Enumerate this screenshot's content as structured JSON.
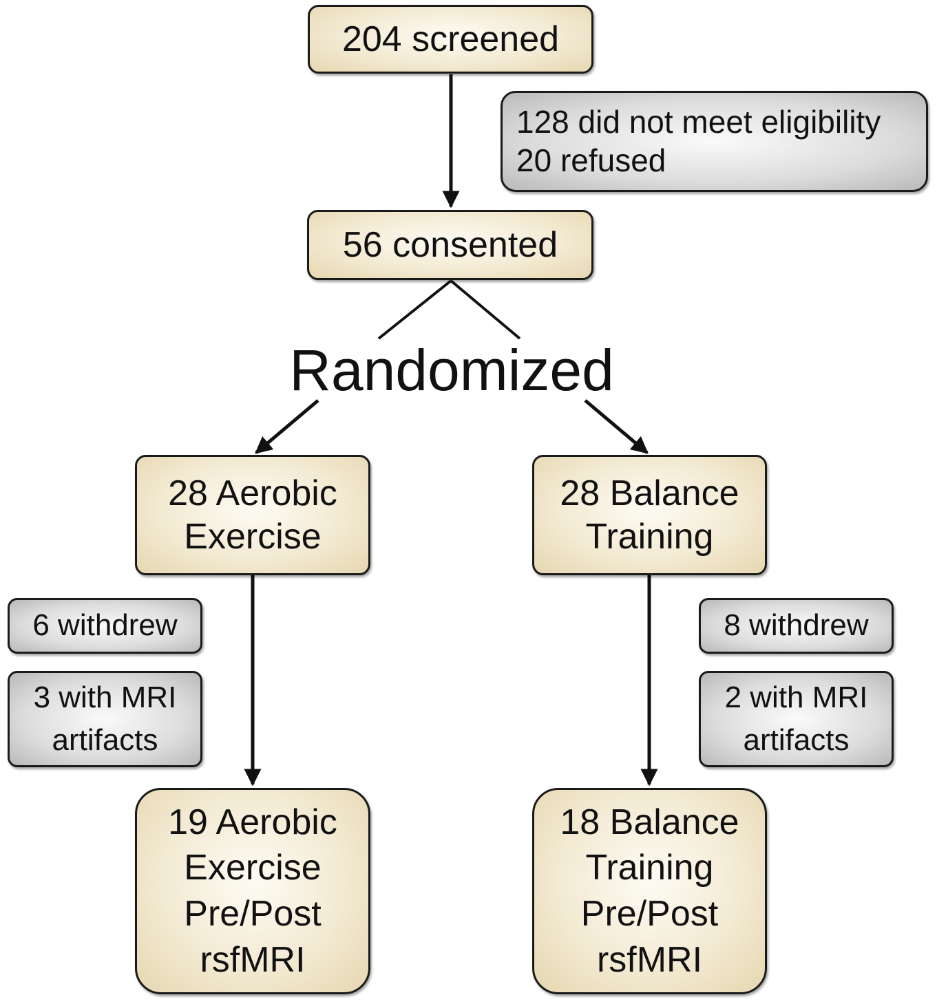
{
  "flow": {
    "screened": "204 screened",
    "excluded": [
      "128 did not meet eligibility",
      "20 refused"
    ],
    "consented": "56 consented",
    "randomized": "Randomized",
    "aerobic_arm": [
      "28 Aerobic",
      "Exercise"
    ],
    "balance_arm": [
      "28 Balance",
      "Training"
    ],
    "aerobic_withdrew": "6 withdrew",
    "aerobic_mri": [
      "3 with MRI",
      "artifacts"
    ],
    "balance_withdrew": "8 withdrew",
    "balance_mri": [
      "2 with MRI",
      "artifacts"
    ],
    "aerobic_final": [
      "19 Aerobic",
      "Exercise",
      "Pre/Post",
      "rsfMRI"
    ],
    "balance_final": [
      "18 Balance",
      "Training",
      "Pre/Post",
      "rsfMRI"
    ]
  },
  "colors": {
    "main_box": "#f3ead3",
    "side_box": "#d9d9d9",
    "stroke": "#1a1a1a"
  }
}
